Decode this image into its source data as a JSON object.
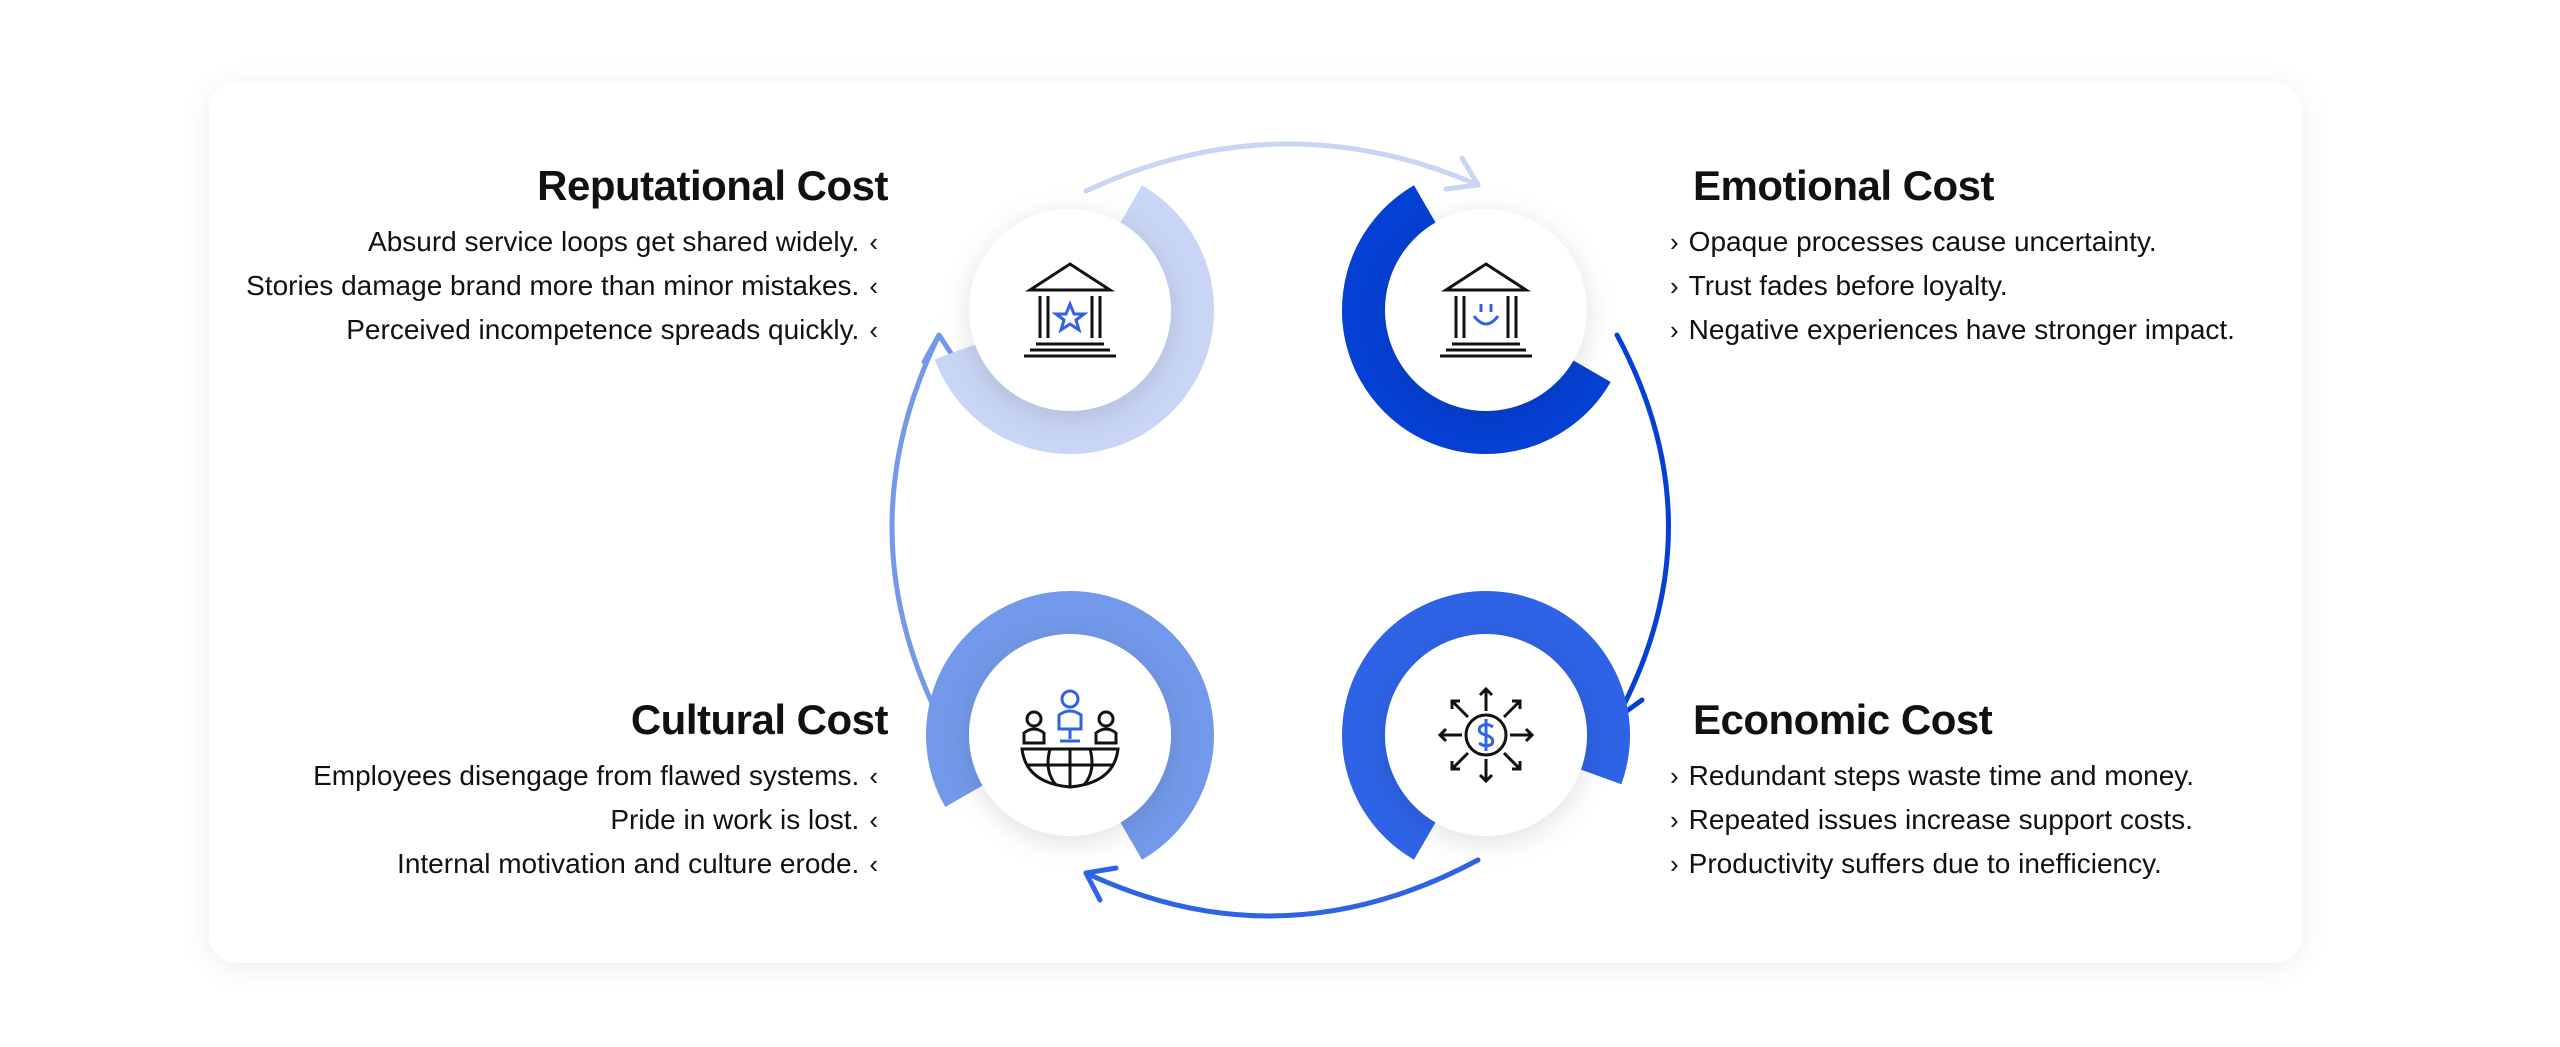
{
  "colors": {
    "reputational": "#c8d5f4",
    "emotional": "#0540d4",
    "economic": "#2e63e6",
    "cultural": "#7399ea",
    "icon_accent": "#2e63e6"
  },
  "sections": {
    "reputational": {
      "title": "Reputational Cost",
      "icon": "bank-star-icon",
      "bullets": [
        "Absurd service loops get shared widely.",
        "Stories damage brand more than minor mistakes.",
        "Perceived incompetence spreads quickly."
      ]
    },
    "emotional": {
      "title": "Emotional Cost",
      "icon": "bank-smile-icon",
      "bullets": [
        "Opaque processes cause uncertainty.",
        "Trust fades before loyalty.",
        "Negative experiences have stronger impact."
      ]
    },
    "cultural": {
      "title": "Cultural Cost",
      "icon": "people-globe-icon",
      "bullets": [
        "Employees disengage from flawed systems.",
        "Pride in work is lost.",
        "Internal motivation and culture erode."
      ]
    },
    "economic": {
      "title": "Economic Cost",
      "icon": "dollar-arrows-icon",
      "bullets": [
        "Redundant steps waste time and money.",
        "Repeated issues increase support costs.",
        "Productivity suffers due to inefficiency."
      ]
    }
  },
  "bullet_marker_left": "‹",
  "bullet_marker_right": "›"
}
